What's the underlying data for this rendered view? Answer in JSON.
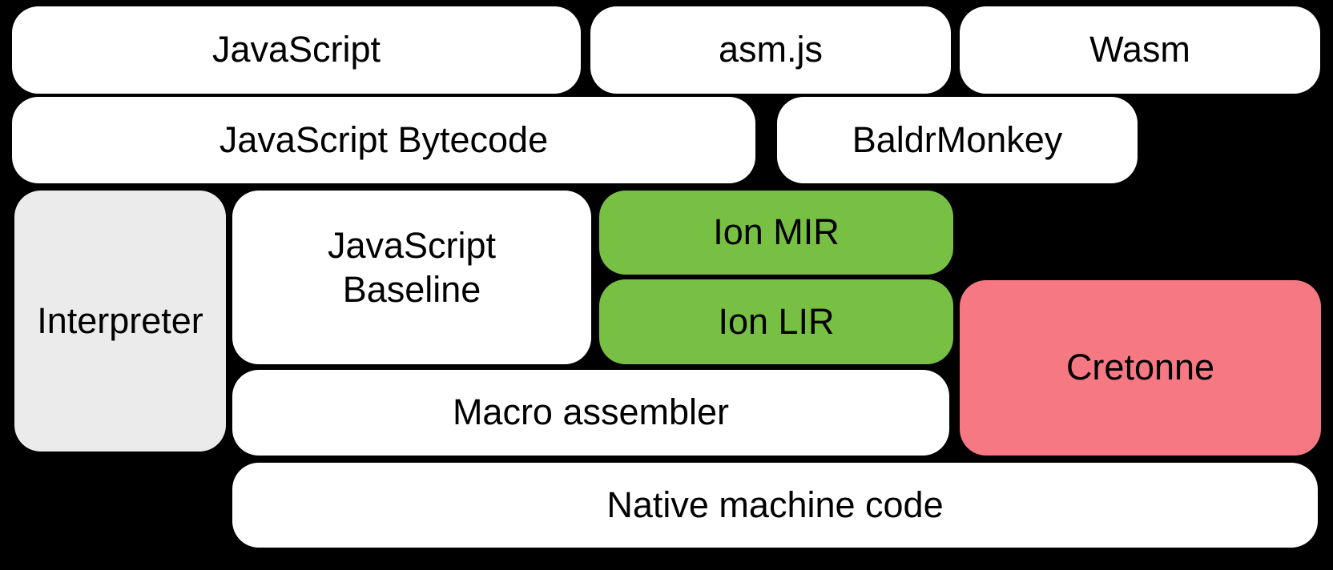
{
  "diagram": {
    "background_color": "#000000",
    "text_color": "#000000",
    "colors": {
      "node_default": "#FFFFFF",
      "interpreter_gray": "#EBEBEB",
      "ion_green": "#77C044",
      "cretonne_pink": "#F57883"
    },
    "nodes": {
      "javascript": {
        "label": "JavaScript",
        "color": "#FFFFFF"
      },
      "asmjs": {
        "label": "asm.js",
        "color": "#FFFFFF"
      },
      "wasm": {
        "label": "Wasm",
        "color": "#FFFFFF"
      },
      "bytecode": {
        "label": "JavaScript Bytecode",
        "color": "#FFFFFF"
      },
      "baldrmonkey": {
        "label": "BaldrMonkey",
        "color": "#FFFFFF"
      },
      "interpreter": {
        "label": "Interpreter",
        "color": "#EBEBEB"
      },
      "baseline": {
        "label": "JavaScript Baseline",
        "color": "#FFFFFF"
      },
      "ion_mir": {
        "label": "Ion MIR",
        "color": "#77C044"
      },
      "ion_lir": {
        "label": "Ion LIR",
        "color": "#77C044"
      },
      "cretonne": {
        "label": "Cretonne",
        "color": "#F57883"
      },
      "macro_assembler": {
        "label": "Macro assembler",
        "color": "#FFFFFF"
      },
      "native_code": {
        "label": "Native machine code",
        "color": "#FFFFFF"
      }
    }
  }
}
